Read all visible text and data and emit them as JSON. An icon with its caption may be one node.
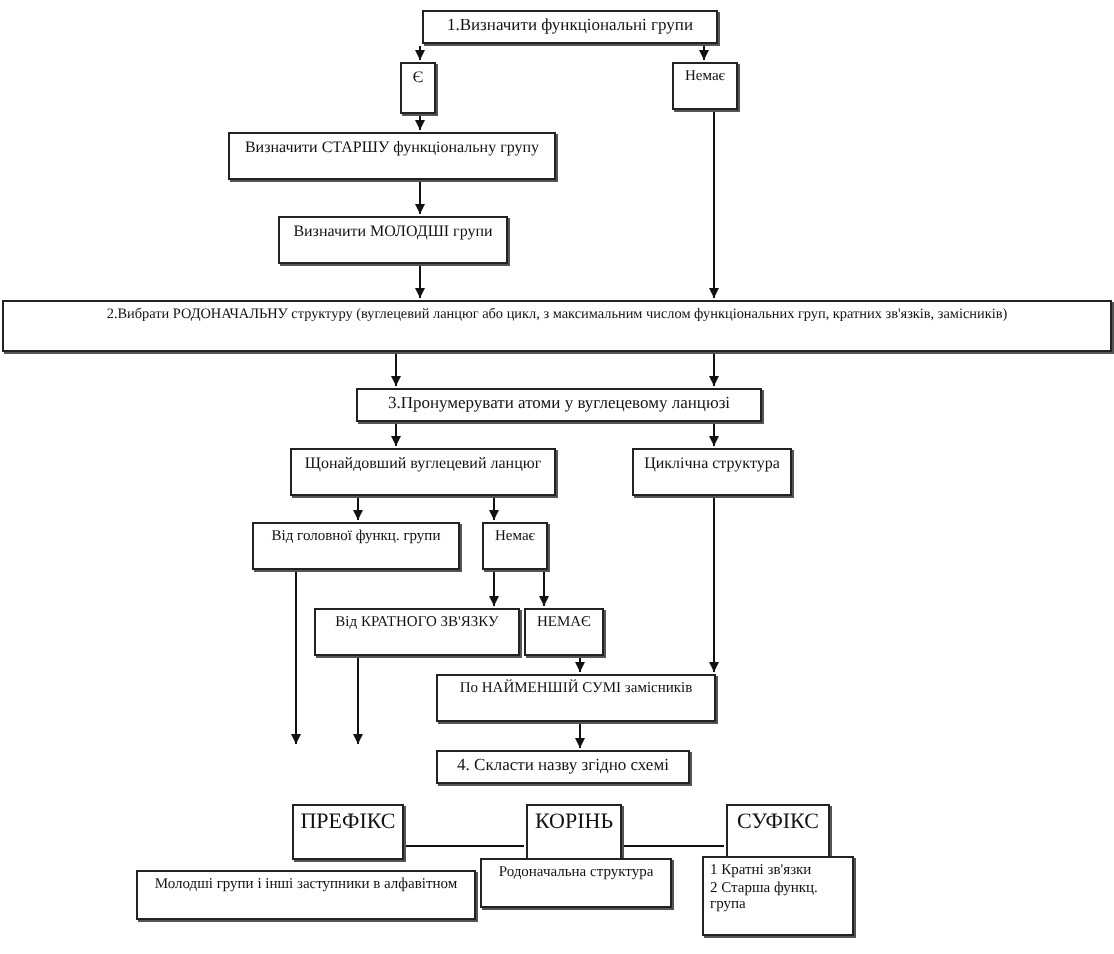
{
  "diagram": {
    "nodes": [
      {
        "text": [
          "1.Визначити функціональні групи"
        ]
      },
      {
        "text": [
          "Є"
        ]
      },
      {
        "text": [
          "Немає"
        ]
      },
      {
        "text": [
          "Визначити СТАРШУ функціональну групу"
        ]
      },
      {
        "text": [
          "Визначити МОЛОДШІ групи"
        ]
      },
      {
        "text": [
          "2.Вибрати РОДОНАЧАЛЬНУ структуру (вуглецевий ланцюг або цикл, з максимальним числом функціональних груп, кратних зв'язків, замісників)"
        ]
      },
      {
        "text": [
          "3.Пронумерувати атоми у вуглецевому ланцюзі"
        ]
      },
      {
        "text": [
          "Щонайдовший вуглецевий ланцюг"
        ]
      },
      {
        "text": [
          "Циклічна структура"
        ]
      },
      {
        "text": [
          "Від головної функц. групи"
        ]
      },
      {
        "text": [
          "Немає"
        ]
      },
      {
        "text": [
          "Від КРАТНОГО ЗВ'ЯЗКУ"
        ]
      },
      {
        "text": [
          "НЕМАЄ"
        ]
      },
      {
        "text": [
          "По НАЙМЕНШІЙ СУМІ замісників"
        ]
      },
      {
        "text": [
          "4. Скласти назву згідно схемі"
        ]
      },
      {
        "text": [
          "ПРЕФІКС"
        ]
      },
      {
        "text": [
          "КОРІНЬ"
        ]
      },
      {
        "text": [
          "СУФІКС"
        ]
      },
      {
        "text": [
          "Молодші групи і інші заступники в алфавітном"
        ]
      },
      {
        "text": [
          "Родоначальна структура"
        ]
      },
      {
        "text": [
          "1 Кратні зв'язки",
          "2 Старша функц. група"
        ]
      }
    ],
    "edges": [
      {
        "from": 0,
        "to": 1,
        "arrow": "to"
      },
      {
        "from": 0,
        "to": 2,
        "arrow": "to"
      },
      {
        "from": 1,
        "to": 3,
        "arrow": "to"
      },
      {
        "from": 3,
        "to": 4,
        "arrow": "to"
      },
      {
        "from": 4,
        "to": 5,
        "arrow": "to"
      },
      {
        "from": 2,
        "to": 5,
        "arrow": "to"
      },
      {
        "from": 5,
        "to": 6,
        "arrow": "to"
      },
      {
        "from": 5,
        "to": 6,
        "arrow": "to"
      },
      {
        "from": 6,
        "to": 7,
        "arrow": "to"
      },
      {
        "from": 6,
        "to": 8,
        "arrow": "to"
      },
      {
        "from": 7,
        "to": 9,
        "arrow": "to"
      },
      {
        "from": 7,
        "to": 10,
        "arrow": "to"
      },
      {
        "from": 10,
        "to": 11,
        "arrow": "to"
      },
      {
        "from": 10,
        "to": 12,
        "arrow": "to"
      },
      {
        "from": 9,
        "to": null,
        "arrow": "to"
      },
      {
        "from": 11,
        "to": null,
        "arrow": "to"
      },
      {
        "from": 12,
        "to": 13,
        "arrow": "to"
      },
      {
        "from": 8,
        "to": 13,
        "arrow": "to"
      },
      {
        "from": 13,
        "to": 14,
        "arrow": "to"
      },
      {
        "from": 15,
        "to": 16,
        "arrow": "none"
      },
      {
        "from": 16,
        "to": 17,
        "arrow": "none"
      }
    ]
  }
}
